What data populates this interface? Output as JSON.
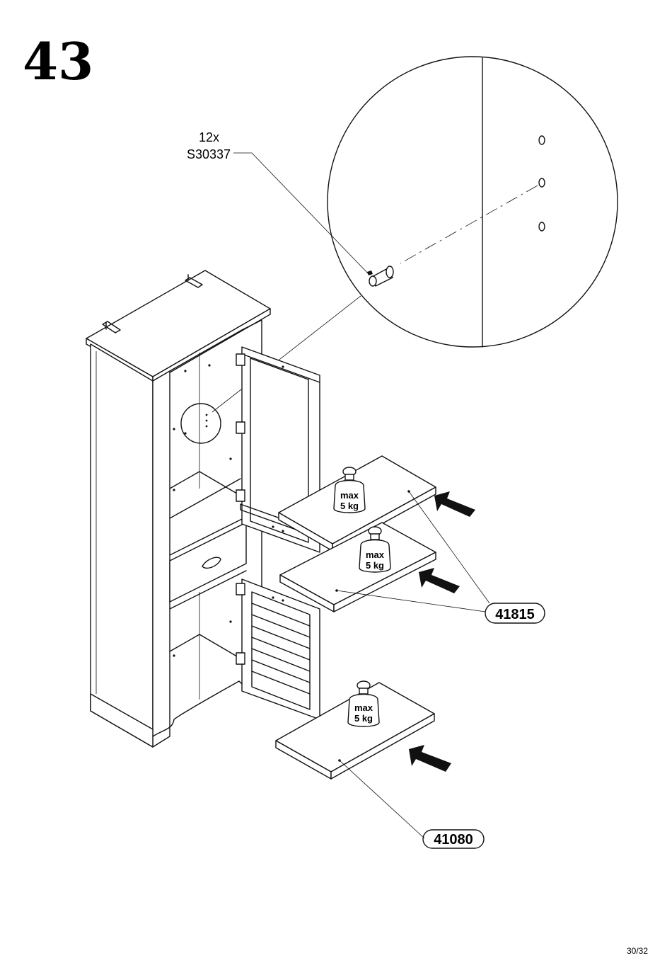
{
  "step": {
    "number": "43"
  },
  "callout": {
    "quantity": "12x",
    "part_code": "S30337"
  },
  "weights": [
    {
      "line1": "max",
      "line2": "5 kg"
    },
    {
      "line1": "max",
      "line2": "5 kg"
    },
    {
      "line1": "max",
      "line2": "5 kg"
    }
  ],
  "parts": [
    {
      "code": "41815"
    },
    {
      "code": "41080"
    }
  ],
  "footer": {
    "page": "30/32"
  }
}
